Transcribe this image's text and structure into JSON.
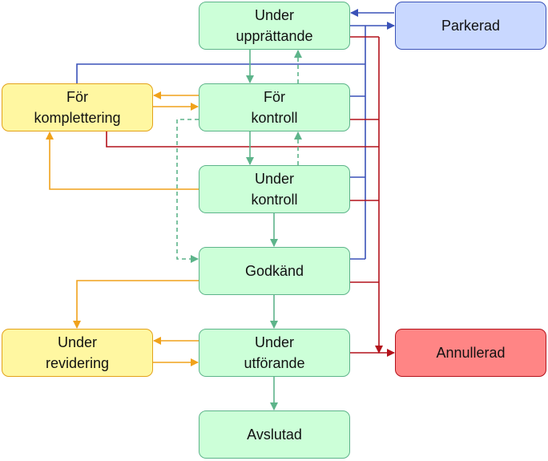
{
  "colors": {
    "green_fill": "#ccffd8",
    "green_border": "#5db48a",
    "blue_fill": "#c9d8ff",
    "blue_border": "#3a52b8",
    "yellow_fill": "#fff7a1",
    "yellow_border": "#e3a21a",
    "red_fill": "#ff8585",
    "red_border": "#b3121b",
    "edge_green": "#5db48a",
    "edge_blue": "#3a52b8",
    "edge_orange": "#f0a21b",
    "edge_red": "#b3121b"
  },
  "nodes": {
    "under_upprattande": "Under\nupprättande",
    "parkerad": "Parkerad",
    "for_komplettering": "För\nkomplettering",
    "for_kontroll": "För\nkontroll",
    "under_kontroll": "Under\nkontroll",
    "godkand": "Godkänd",
    "under_revidering": "Under\nrevidering",
    "under_utforande": "Under\nutförande",
    "annullerad": "Annullerad",
    "avslutad": "Avslutad"
  }
}
